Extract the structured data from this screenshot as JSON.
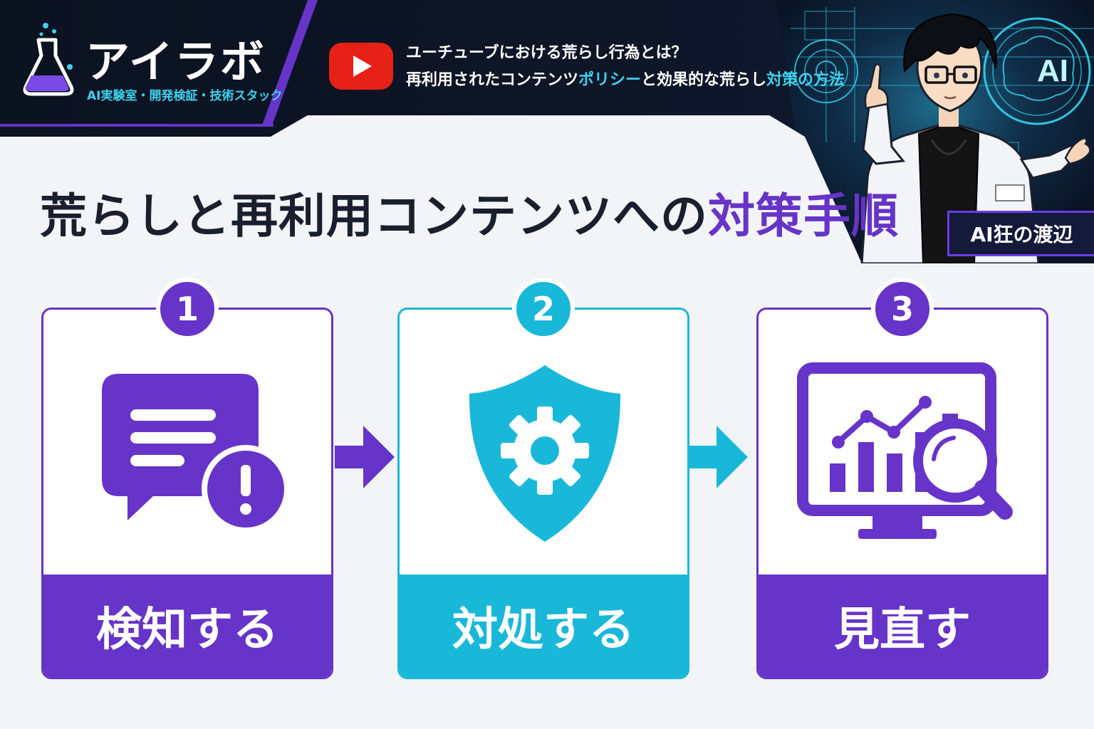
{
  "header": {
    "brand_name": "アイラボ",
    "brand_subtitle": "AI実験室・開発検証・技術スタック",
    "headline_line1": "ユーチューブにおける荒らし行為とは？",
    "headline_line2_a": "再利用されたコンテンツ",
    "headline_line2_b": "ポリシー",
    "headline_line2_c": "と効果的な荒らし",
    "headline_line2_d": "対策の方法",
    "presenter_name": "AI狂の渡辺",
    "ai_badge_text": "AI",
    "icons": [
      "flask-icon",
      "youtube-play-icon",
      "presenter-illustration",
      "ai-brain-icon"
    ]
  },
  "title": {
    "main": "荒らしと再利用コンテンツへの",
    "accent": "対策手順"
  },
  "steps": [
    {
      "number": "1",
      "label": "検知する",
      "icon": "chat-alert-icon",
      "color": "#6634c8"
    },
    {
      "number": "2",
      "label": "対処する",
      "icon": "shield-gear-icon",
      "color": "#1ab8d8"
    },
    {
      "number": "3",
      "label": "見直す",
      "icon": "monitor-analytics-icon",
      "color": "#6634c8"
    }
  ],
  "colors": {
    "purple": "#6634c8",
    "cyan": "#1ab8d8",
    "header_dark": "#0c1424",
    "youtube_red": "#e62117"
  }
}
